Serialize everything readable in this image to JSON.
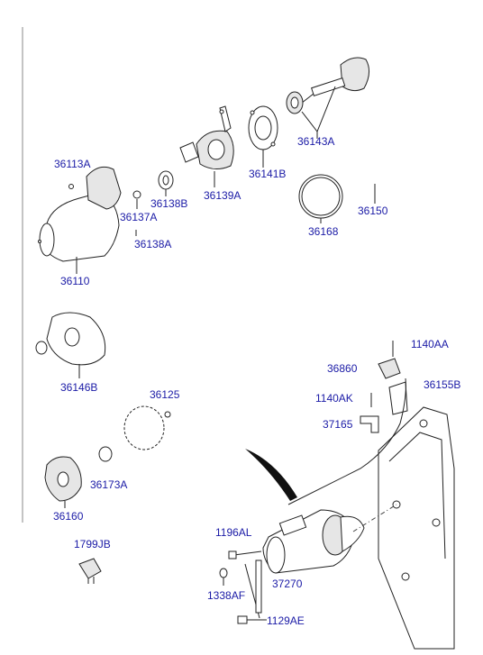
{
  "parts": [
    {
      "name": "part-36113A",
      "label": "36113A"
    },
    {
      "name": "part-36137A",
      "label": "36137A"
    },
    {
      "name": "part-36138B",
      "label": "36138B"
    },
    {
      "name": "part-36139A",
      "label": "36139A"
    },
    {
      "name": "part-36141B",
      "label": "36141B"
    },
    {
      "name": "part-36143A",
      "label": "36143A"
    },
    {
      "name": "part-36138A",
      "label": "36138A"
    },
    {
      "name": "part-36150",
      "label": "36150"
    },
    {
      "name": "part-36168",
      "label": "36168"
    },
    {
      "name": "part-36110",
      "label": "36110"
    },
    {
      "name": "part-36146B",
      "label": "36146B"
    },
    {
      "name": "part-36125",
      "label": "36125"
    },
    {
      "name": "part-36173A",
      "label": "36173A"
    },
    {
      "name": "part-36160",
      "label": "36160"
    },
    {
      "name": "part-1799JB",
      "label": "1799JB"
    },
    {
      "name": "part-1140AA",
      "label": "1140AA"
    },
    {
      "name": "part-36860",
      "label": "36860"
    },
    {
      "name": "part-1140AK",
      "label": "1140AK"
    },
    {
      "name": "part-36155B",
      "label": "36155B"
    },
    {
      "name": "part-37165",
      "label": "37165"
    },
    {
      "name": "part-1196AL",
      "label": "1196AL"
    },
    {
      "name": "part-1338AF",
      "label": "1338AF"
    },
    {
      "name": "part-37270",
      "label": "37270"
    },
    {
      "name": "part-1129AE",
      "label": "1129AE"
    }
  ]
}
